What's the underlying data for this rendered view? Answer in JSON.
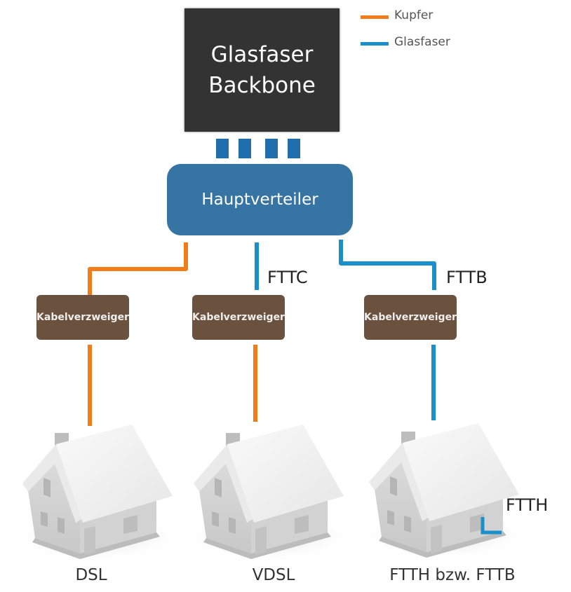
{
  "legend": {
    "items": [
      {
        "label": "Kupfer",
        "color": "#f07d1a"
      },
      {
        "label": "Glasfaser",
        "color": "#1a8fc9"
      }
    ]
  },
  "backbone": {
    "line1": "Glasfaser",
    "line2": "Backbone"
  },
  "main_distributor": {
    "label": "Hauptverteiler"
  },
  "cabinets": [
    {
      "label": "Kabelverzweiger"
    },
    {
      "label": "Kabelverzweiger"
    },
    {
      "label": "Kabelverzweiger"
    }
  ],
  "connection_labels": {
    "fttc": "FTTC",
    "fttb": "FTTB",
    "ftth": "FTTH"
  },
  "houses": [
    {
      "label": "DSL",
      "uplink": "Kupfer"
    },
    {
      "label": "VDSL",
      "uplink": "Kupfer"
    },
    {
      "label": "FTTH bzw. FTTB",
      "uplink": "Glasfaser"
    }
  ],
  "colors": {
    "copper": "#f07d1a",
    "fiber": "#1a8fc9",
    "backbone": "#333333",
    "distributor": "#3674a4",
    "cabinet": "#6b523f"
  }
}
